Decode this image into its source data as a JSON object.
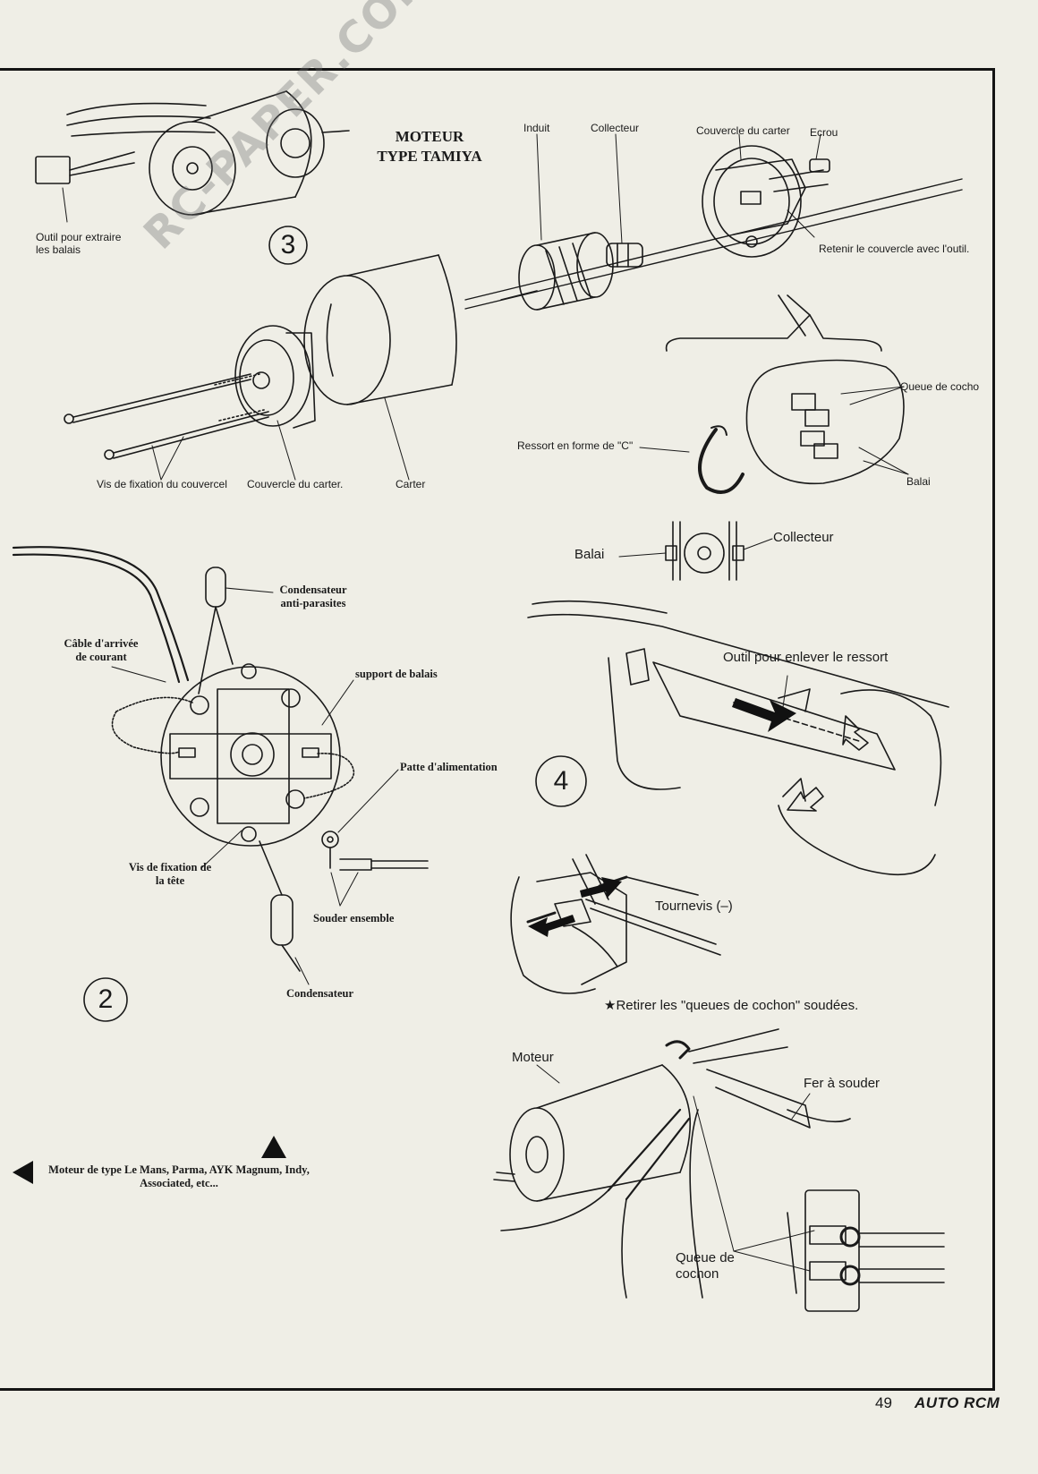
{
  "section3": {
    "number": "3",
    "title_line1": "MOTEUR",
    "title_line2": "TYPE TAMIYA",
    "labels": {
      "outil_extraire": "Outil pour extraire les balais",
      "induit": "Induit",
      "collecteur": "Collecteur",
      "couvercle_carter_top": "Couvercle du carter",
      "ecrou": "Ecrou",
      "retenir": "Retenir le couvercle avec l'outil.",
      "queue_cochon_top": "Queue de cocho",
      "ressort_c": "Ressort en forme de \"C\"",
      "balai_right": "Balai",
      "vis_fixation_couvercel": "Vis de fixation du couvercel",
      "couvercle_carter_bottom": "Couvercle du carter.",
      "carter": "Carter",
      "balai_left": "Balai",
      "collecteur_small": "Collecteur"
    }
  },
  "section2": {
    "number": "2",
    "labels": {
      "condensateur_anti": "Condensateur anti-parasites",
      "cable": "Câble d'arrivée de courant",
      "support_balais": "support de balais",
      "patte_alimentation": "Patte d'alimentation",
      "vis_fixation_tete": "Vis de fixation de la tête",
      "souder_ensemble": "Souder ensemble",
      "condensateur": "Condensateur"
    },
    "caption": "Moteur de type Le Mans, Parma, AYK Magnum, Indy, Associated, etc..."
  },
  "section4": {
    "number": "4",
    "labels": {
      "outil_ressort": "Outil pour enlever le ressort",
      "tournevis": "Tournevis (–)",
      "retirer": "★Retirer les \"queues de cochon\" soudées.",
      "moteur": "Moteur",
      "fer_souder": "Fer à souder",
      "queue_cochon_bottom": "Queue de cochon"
    }
  },
  "watermark": "RC-PAPER.COM",
  "footer": {
    "page_number": "49",
    "brand": "AUTO RCM"
  },
  "colors": {
    "paper": "#efeee6",
    "ink": "#1a1a1a"
  }
}
